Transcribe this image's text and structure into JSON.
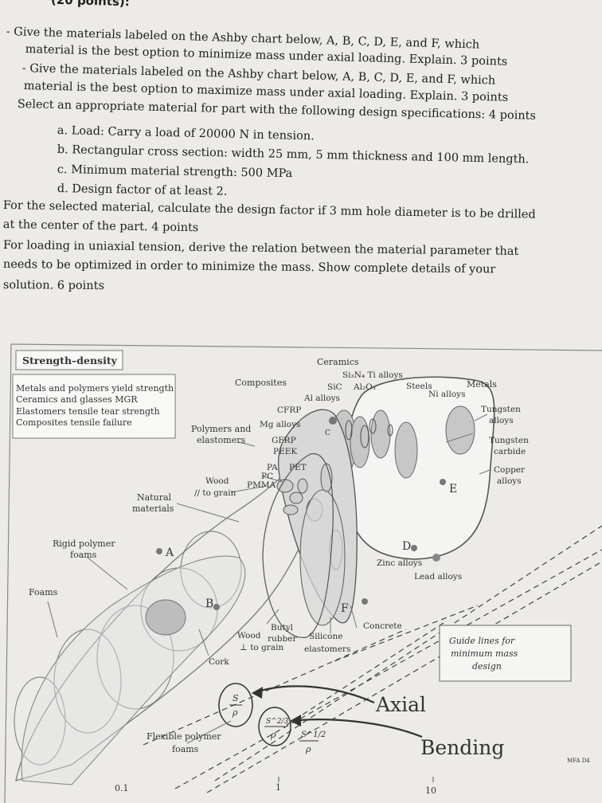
{
  "header": {
    "points_fragment": "(20 points):"
  },
  "questions": {
    "line1": "- Give the materials labeled on the Ashby chart below, A, B, C, D, E, and F, which",
    "line2": "material is the best option to minimize mass under axial loading. Explain. 3 points",
    "line3": "- Give the materials labeled on the Ashby chart below, A, B, C, D, E, and F, which",
    "line4": "material is the best option to maximize mass under axial loading. Explain. 3 points",
    "line5": "Select an appropriate material for part with the following design specifications: 4 points",
    "spec_a": "a.  Load: Carry a load of 20000 N in tension.",
    "spec_b": "b.  Rectangular cross section: width 25 mm, 5 mm thickness and 100 mm length.",
    "spec_c": "c.  Minimum material strength: 500 MPa",
    "spec_d": "d.  Design factor of at least 2.",
    "line10": "For the selected material, calculate the design factor if 3 mm hole diameter is to be drilled",
    "line11": "at the center of the part. 4 points",
    "line12": "For loading in uniaxial tension, derive the relation between the material parameter that",
    "line13": "needs to be optimized in order to minimize the mass. Show complete details of your",
    "line14": "solution. 6 points"
  },
  "chart_data": {
    "type": "other",
    "title": "Strength–density",
    "legend_lines": [
      "Metals and polymers yield strength",
      "Ceramics and glasses MGR",
      "Elastomers tensile tear strength",
      "Composites tensile failure"
    ],
    "family_labels": {
      "ceramics": "Ceramics",
      "composites": "Composites",
      "metals": "Metals",
      "polymers": "Polymers and",
      "polymers2": "elastomers",
      "natural": "Natural",
      "natural2": "materials",
      "rigid_foam": "Rigid polymer",
      "rigid_foam2": "foams",
      "foams": "Foams",
      "flexible_foam": "Flexible polymer",
      "flexible_foam2": "foams"
    },
    "material_labels": {
      "si3n4": "Si₃N₄ Ti alloys",
      "sic": "SiC",
      "al2o3": "Al₂O₃",
      "steels": "Steels",
      "ni_alloys": "Ni alloys",
      "al_alloys": "Al alloys",
      "cfrp": "CFRP",
      "mg_alloys": "Mg alloys",
      "gfrp": "GFRP",
      "peek": "PEEK",
      "pa": "PA",
      "pc": "PC",
      "pet": "PET",
      "pmma": "PMMA",
      "wood": "Wood",
      "wood_grain": "// to grain",
      "tungsten_alloys": "Tungsten",
      "tungsten_alloys2": "alloys",
      "tungsten_carbide": "Tungsten",
      "tungsten_carbide2": "carbide",
      "copper": "Copper",
      "copper2": "alloys",
      "zinc": "Zinc alloys",
      "lead": "Lead alloys",
      "concrete": "Concrete",
      "butyl": "Butyl",
      "butyl2": "rubber",
      "wood_perp": "Wood",
      "wood_perp2": "⊥ to grain",
      "silicone": "Silicone",
      "silicone2": "elastomers",
      "cork": "Cork"
    },
    "points": [
      "A",
      "B",
      "C",
      "D",
      "E",
      "F"
    ],
    "guide": {
      "title1": "Guide lines for",
      "title2": "minimum mass",
      "title3": "design",
      "axial": "Axial",
      "bending": "Bending",
      "index_axial_num": "S",
      "index_axial_den": "ρ",
      "index_bending_num": "S^2/3",
      "index_bending_den": "ρ",
      "index_plate_num": "S^1/2",
      "index_plate_den": "ρ"
    },
    "x_ticks": [
      "0.1",
      "1",
      "10"
    ],
    "corner_mark": "MFA D4"
  }
}
